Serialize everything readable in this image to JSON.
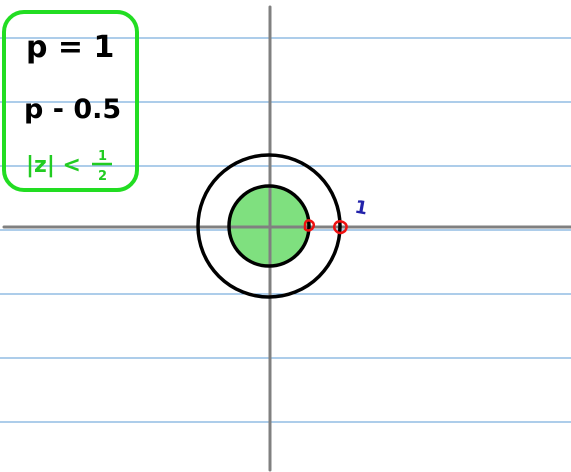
{
  "notes": {
    "line1": "p = 1",
    "line2": "p - 0.5",
    "line3_lhs": "|z| <",
    "line3_num": "1",
    "line3_den": "2"
  },
  "point_label": "1",
  "colors": {
    "ruled_line": "#5b9bd5",
    "axis": "#808080",
    "note_box": "#22dd22",
    "note_ink": "#000000",
    "condition_ink": "#22cc22",
    "disk_fill": "#7fe07f",
    "circle": "#000000",
    "marker": "#ee1111",
    "label": "#2222aa"
  }
}
